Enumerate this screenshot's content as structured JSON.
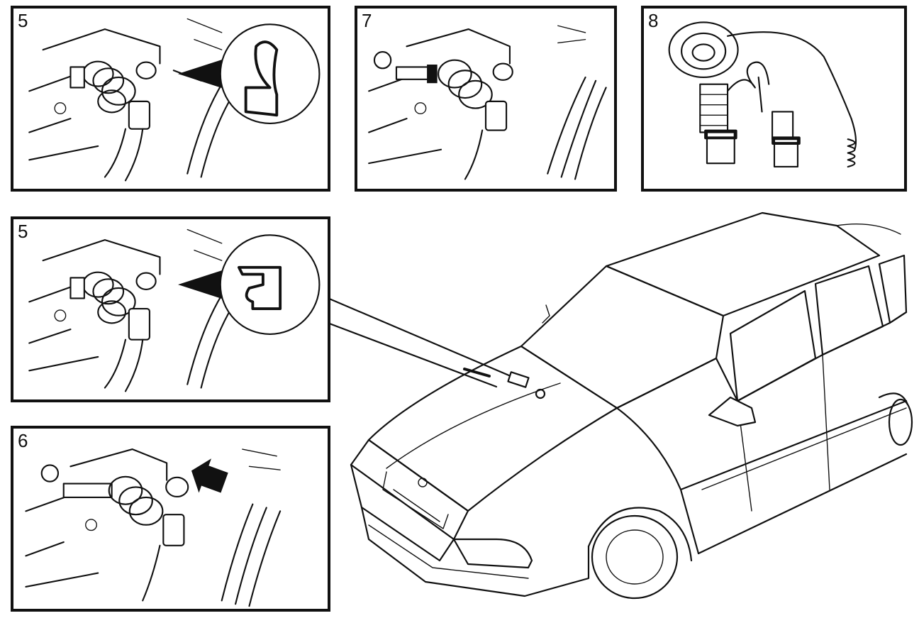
{
  "panels": {
    "p5a": {
      "step_label": "5"
    },
    "p7": {
      "step_label": "7"
    },
    "p8": {
      "step_label": "8"
    },
    "p5b": {
      "step_label": "5"
    },
    "p6": {
      "step_label": "6"
    }
  },
  "icons": {
    "magnifier": "detail-magnifier-icon",
    "arrow": "direction-arrow-icon"
  },
  "colors": {
    "line": "#111111",
    "background": "#ffffff"
  }
}
